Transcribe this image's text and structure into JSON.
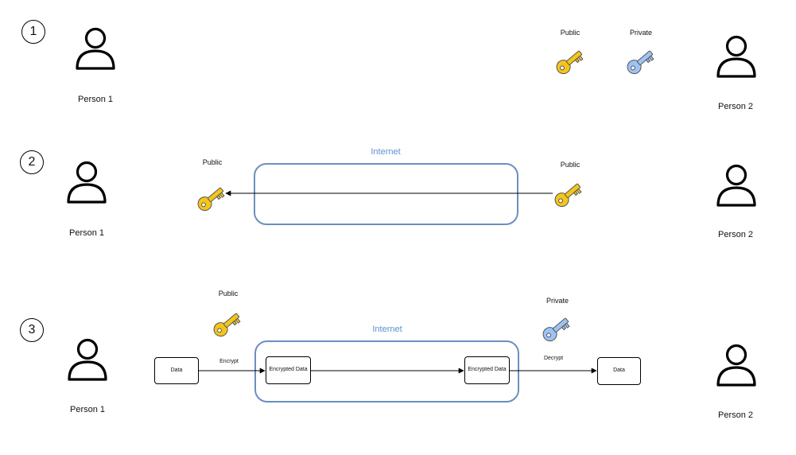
{
  "steps": [
    "1",
    "2",
    "3"
  ],
  "row1": {
    "person1": "Person 1",
    "person2": "Person 2",
    "public_label": "Public",
    "private_label": "Private"
  },
  "row2": {
    "person1": "Person 1",
    "person2": "Person 2",
    "public_left": "Public",
    "public_right": "Public",
    "internet": "Internet"
  },
  "row3": {
    "person1": "Person 1",
    "person2": "Person 2",
    "public_label": "Public",
    "private_label": "Private",
    "internet": "Internet",
    "data_left": "Data",
    "encrypt": "Encrypt",
    "encrypted_left": "Encrypted Data",
    "encrypted_right": "Encrypted Data",
    "decrypt": "Decrypt",
    "data_right": "Data"
  },
  "colors": {
    "public_key": "#f5c518",
    "private_key": "#9ec3f5",
    "internet_border": "#6c8ebf",
    "internet_text": "#5b8fd4"
  }
}
